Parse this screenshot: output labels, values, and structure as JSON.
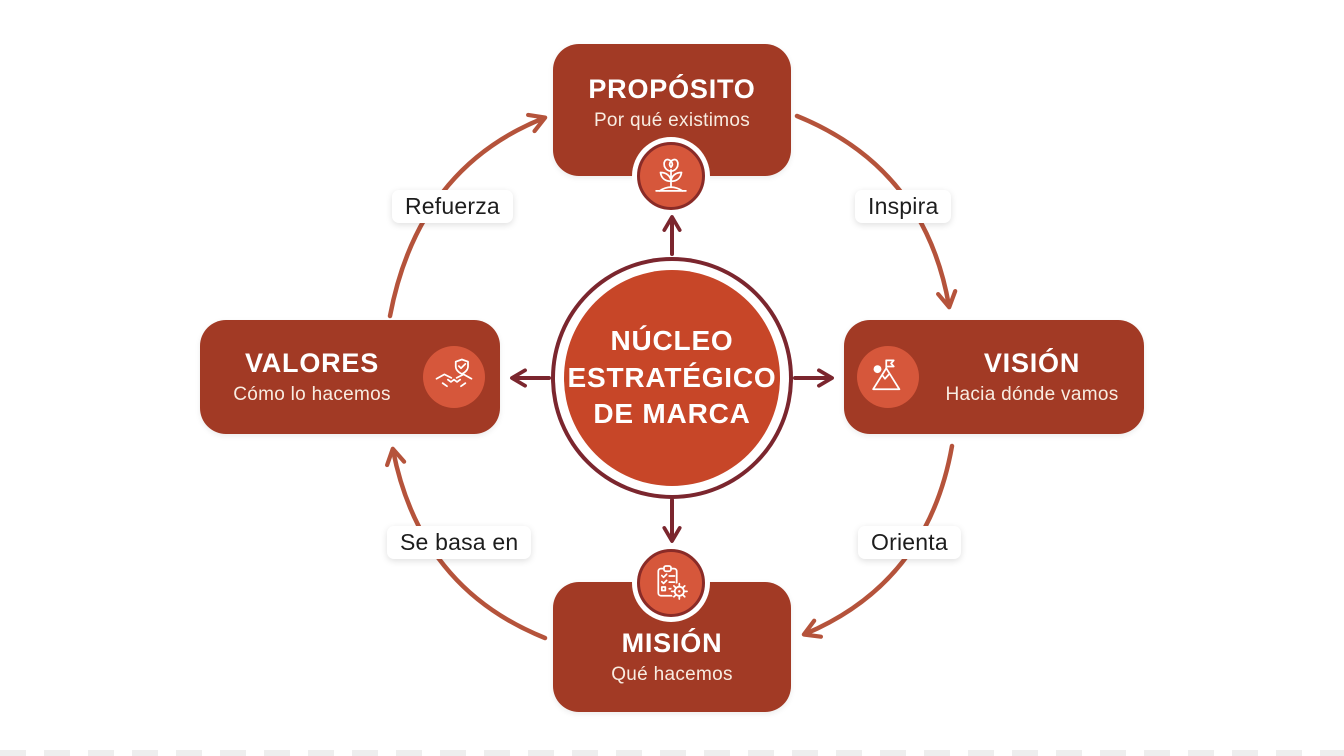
{
  "colors": {
    "background": "#FFFFFF",
    "box_fill": "#A23A25",
    "center_fill": "#C74628",
    "dark_outline_and_spokes": "#7B262E",
    "curved_arrow": "#B5533B",
    "icon_circle": "#D6573B",
    "label_pill_bg": "#FFFFFF",
    "label_text": "#1D1D1D"
  },
  "center": {
    "lines": [
      "NÚCLEO",
      "ESTRATÉGICO",
      "DE MARCA"
    ]
  },
  "nodes": {
    "proposito": {
      "title": "PROPÓSITO",
      "subtitle": "Por qué existimos",
      "icon": "sprout-plant-icon"
    },
    "vision": {
      "title": "VISIÓN",
      "subtitle": "Hacia dónde vamos",
      "icon": "mountain-flag-icon"
    },
    "mision": {
      "title": "MISIÓN",
      "subtitle": "Qué hacemos",
      "icon": "clipboard-checklist-gear-icon"
    },
    "valores": {
      "title": "VALORES",
      "subtitle": "Cómo lo hacemos",
      "icon": "handshake-shield-check-icon"
    }
  },
  "edge_labels": {
    "refuerza": "Refuerza",
    "inspira": "Inspira",
    "orienta": "Orienta",
    "se_basa_en": "Se basa en"
  }
}
